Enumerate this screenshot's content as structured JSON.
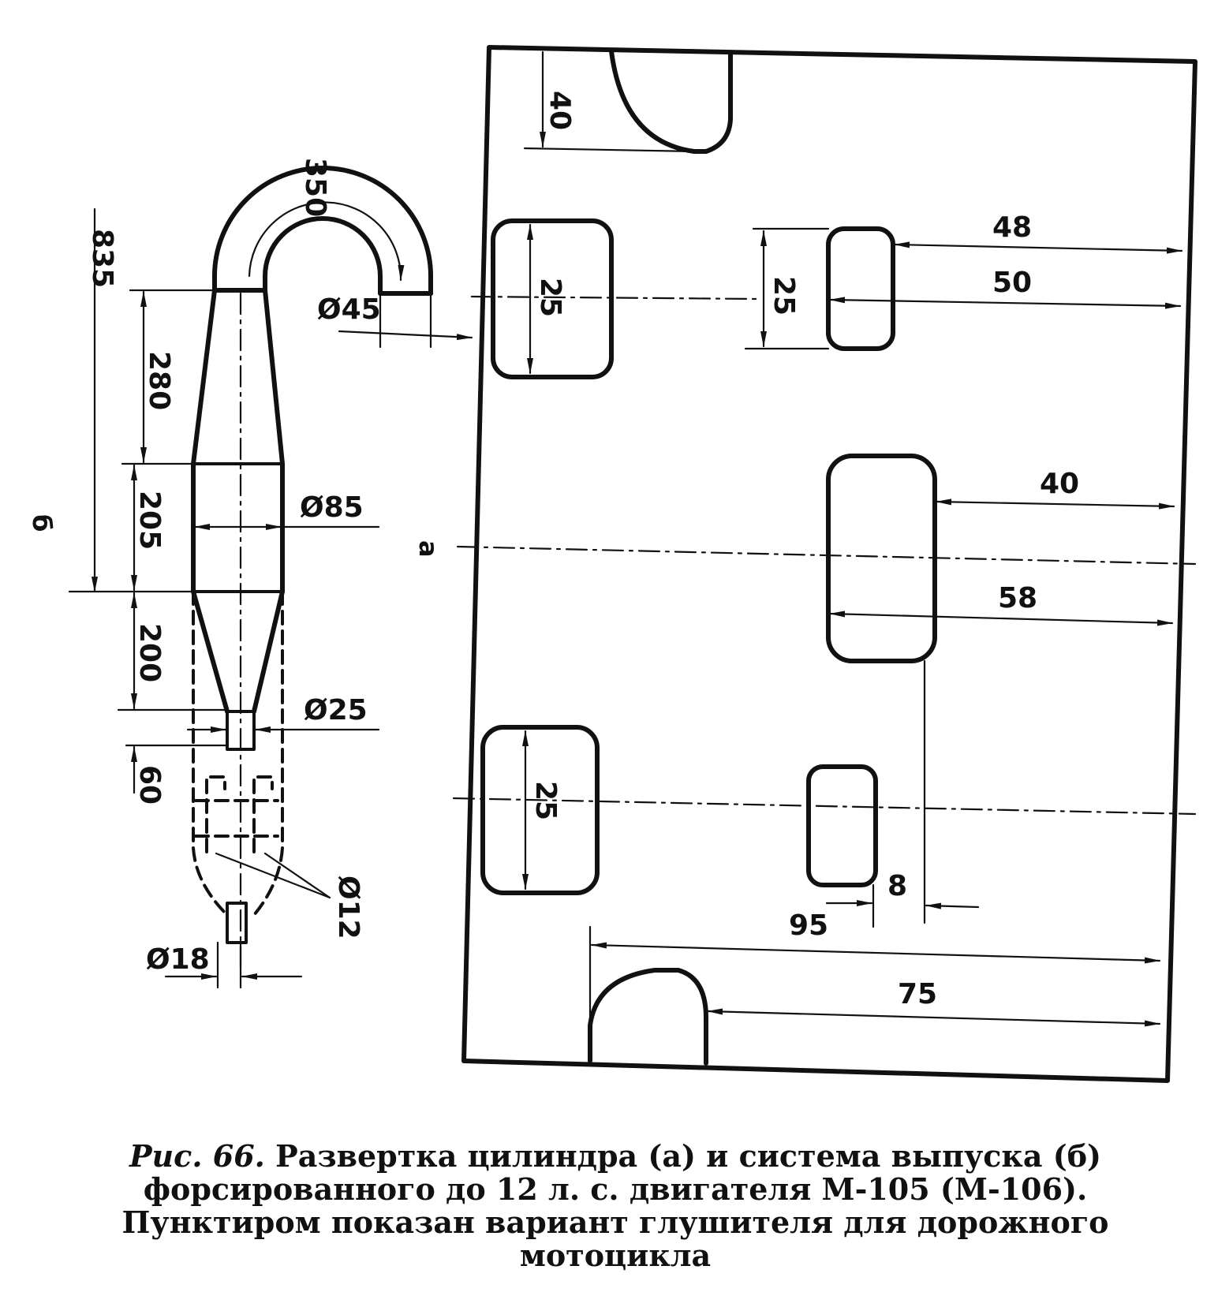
{
  "figure": {
    "label_a": "а",
    "label_b": "б"
  },
  "exhaust": {
    "dims": {
      "arc_length": "350",
      "total_length": "835",
      "d45": "Ø45",
      "len280": "280",
      "len205": "205",
      "d85": "Ø85",
      "len200": "200",
      "d25": "Ø25",
      "len60": "60",
      "d12": "Ø12",
      "d18": "Ø18"
    }
  },
  "cylinder_unroll": {
    "dims": {
      "top_cutout": "40",
      "port_upper_left": "25",
      "port_upper_right": "25",
      "dist48": "48",
      "dist50": "50",
      "dist40": "40",
      "dist58": "58",
      "port_lower_left": "25",
      "dist8": "8",
      "dist95": "95",
      "dist75": "75"
    }
  },
  "caption": {
    "fig": "Рис. 66.",
    "line1": "Развертка цилиндра (а) и система выпуска (б)",
    "line2": "форсированного до 12 л. с. двигателя М-105 (М-106).",
    "line3": "Пунктиром показан вариант глушителя для дорожного",
    "line4": "мотоцикла"
  }
}
